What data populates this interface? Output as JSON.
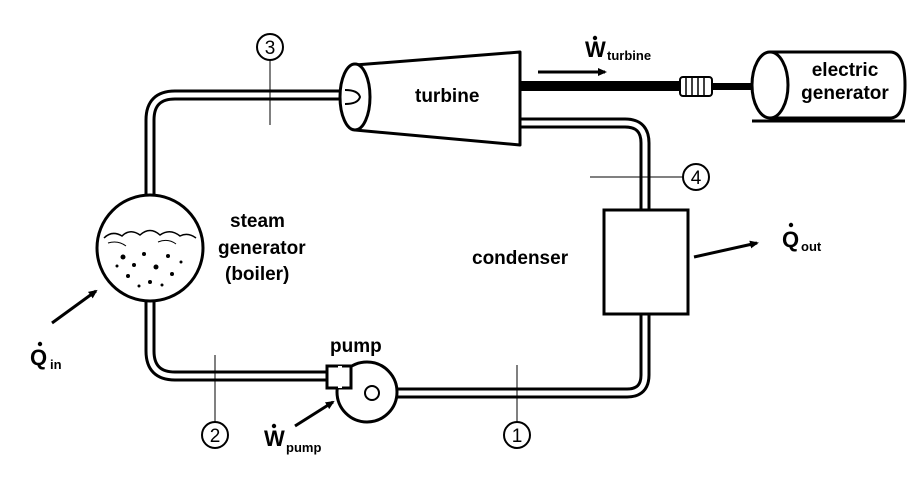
{
  "labels": {
    "turbine": "turbine",
    "generator_line1": "electric",
    "generator_line2": "generator",
    "steam_line1": "steam",
    "steam_line2": "generator",
    "steam_line3": "(boiler)",
    "condenser": "condenser",
    "pump": "pump"
  },
  "symbols": {
    "w_turbine_main": "W",
    "w_turbine_sub": "turbine",
    "w_pump_main": "W",
    "w_pump_sub": "pump",
    "q_in_main": "Q",
    "q_in_sub": "in",
    "q_out_main": "Q",
    "q_out_sub": "out"
  },
  "states": [
    "1",
    "2",
    "3",
    "4"
  ]
}
